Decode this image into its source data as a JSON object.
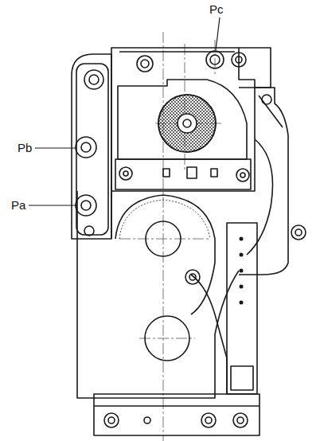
{
  "diagram": {
    "labels": [
      "Pc",
      "Pb",
      "Pa"
    ]
  }
}
